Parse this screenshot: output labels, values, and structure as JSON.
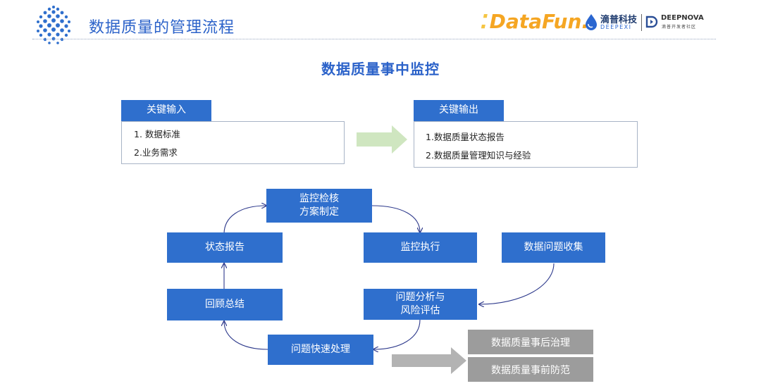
{
  "header": {
    "title": "数据质量的管理流程",
    "logos": {
      "datafun": {
        "text": "DataFun.",
        "icon": "datafun-dots-icon"
      },
      "deepexi": {
        "name_cn": "滴普科技",
        "name_en": "DEEPEXI",
        "icon": "water-drop-icon"
      },
      "deepnova": {
        "name_en": "DEEPNOVA",
        "name_cn": "滴普开发者社区",
        "icon": "dn-logo-icon"
      }
    }
  },
  "main_title": "数据质量事中监控",
  "key_input": {
    "tab": "关键输入",
    "items": [
      "1. 数据标准",
      "2.业务需求"
    ]
  },
  "key_output": {
    "tab": "关键输出",
    "items": [
      "1.数据质量状态报告",
      "2.数据质量管理知识与经验"
    ]
  },
  "flow": {
    "plan": [
      "监控检核",
      "方案制定"
    ],
    "execute": "监控执行",
    "collect": "数据问题收集",
    "analyze": [
      "问题分析与",
      "风险评估"
    ],
    "handle": "问题快速处理",
    "summary": "回顾总结",
    "report": "状态报告"
  },
  "outcomes": [
    "数据质量事后治理",
    "数据质量事前防范"
  ],
  "colors": {
    "primary_blue": "#2f6fcd",
    "title_blue": "#2b62c9",
    "arrow_green": "#cfe6c0",
    "gray_box": "#9c9c9c",
    "gray_arrow": "#b3b3b3",
    "connector": "#2e3a8c"
  }
}
